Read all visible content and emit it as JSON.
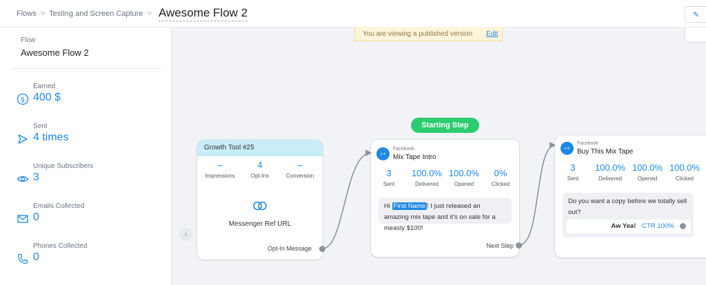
{
  "breadcrumb": {
    "item1": "Flows",
    "item2": "Testing and Screen Capture",
    "sep": ">"
  },
  "page_title": "Awesome Flow 2",
  "sidebar": {
    "flow_label": "Flow",
    "flow_name": "Awesome Flow 2",
    "stats": [
      {
        "label": "Earned",
        "value": "400 $",
        "icon": "dollar-icon"
      },
      {
        "label": "Sent",
        "value": "4 times",
        "icon": "send-icon"
      },
      {
        "label": "Unique Subscribers",
        "value": "3",
        "icon": "eye-icon"
      },
      {
        "label": "Emails Collected",
        "value": "0",
        "icon": "mail-icon"
      },
      {
        "label": "Phones Collected",
        "value": "0",
        "icon": "phone-icon"
      }
    ]
  },
  "banner": {
    "text": "You are viewing a published version",
    "edit_label": "Edit"
  },
  "starting_step_label": "Starting Step",
  "growth_tool": {
    "title": "Growth Tool #25",
    "metrics": [
      {
        "value": "–",
        "label": "Impressions"
      },
      {
        "value": "4",
        "label": "Opt-Ins"
      },
      {
        "value": "–",
        "label": "Conversion"
      }
    ],
    "name": "Messenger Ref URL",
    "port_label": "Opt-In Message"
  },
  "step1": {
    "platform": "Facebook",
    "title": "Mix Tape Intro",
    "metrics": [
      {
        "value": "3",
        "label": "Sent"
      },
      {
        "value": "100.0%",
        "label": "Delivered"
      },
      {
        "value": "100.0%",
        "label": "Opened"
      },
      {
        "value": "0%",
        "label": "Clicked"
      }
    ],
    "message_prefix": "Hi",
    "message_tag": "First Name",
    "message_suffix": "! I just released an amazing mix tape and it's on sale for a measly $100!",
    "port_label": "Next Step"
  },
  "step2": {
    "platform": "Facebook",
    "title": "Buy This Mix Tape",
    "metrics": [
      {
        "value": "3",
        "label": "Sent"
      },
      {
        "value": "100.0%",
        "label": "Delivered"
      },
      {
        "value": "100.0%",
        "label": "Opened"
      },
      {
        "value": "100.0%",
        "label": "Clicked"
      }
    ],
    "message": "Do you want a copy before we totally sell out?",
    "button_label": "Aw Yea!",
    "ctr": "CTR 100%"
  },
  "colors": {
    "accent": "#1e88e5",
    "start_green": "#2ecc71",
    "banner_bg": "#fdf4d9",
    "growth_head": "#c8edf9"
  }
}
